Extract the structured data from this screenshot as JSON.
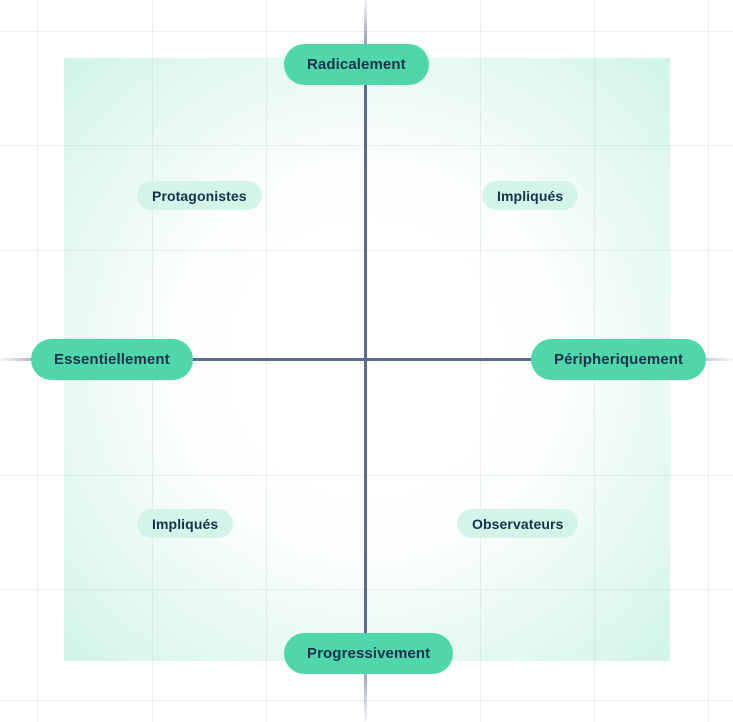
{
  "chart_data": {
    "type": "scatter",
    "title": "",
    "xlabel": "",
    "ylabel": "",
    "axis_labels": {
      "top": "Radicalement",
      "bottom": "Progressivement",
      "left": "Essentiellement",
      "right": "Péripheriquement"
    },
    "quadrants": [
      {
        "position": "top-left",
        "label": "Protagonistes"
      },
      {
        "position": "top-right",
        "label": "Impliqués"
      },
      {
        "position": "bottom-left",
        "label": "Impliqués"
      },
      {
        "position": "bottom-right",
        "label": "Observateurs"
      }
    ],
    "grid": true,
    "legend": "none",
    "xlim": [
      -1,
      1
    ],
    "ylim": [
      -1,
      1
    ],
    "values": []
  },
  "axes": {
    "top_label": "Radicalement",
    "bottom_label": "Progressivement",
    "left_label": "Essentiellement",
    "right_label": "Péripheriquement"
  },
  "quadrant_labels": {
    "top_left": "Protagonistes",
    "top_right": "Impliqués",
    "bottom_left": "Impliqués",
    "bottom_right": "Observateurs"
  },
  "colors": {
    "axis_pill_background": "#4fd6ab",
    "quadrant_pill_background": "#d4f4ea",
    "pill_text": "#17304b",
    "axis_line": "#5a6b8c",
    "plate_tint": "#c9f2e5",
    "grid_line": "#eceef3",
    "page_background": "#ffffff"
  }
}
